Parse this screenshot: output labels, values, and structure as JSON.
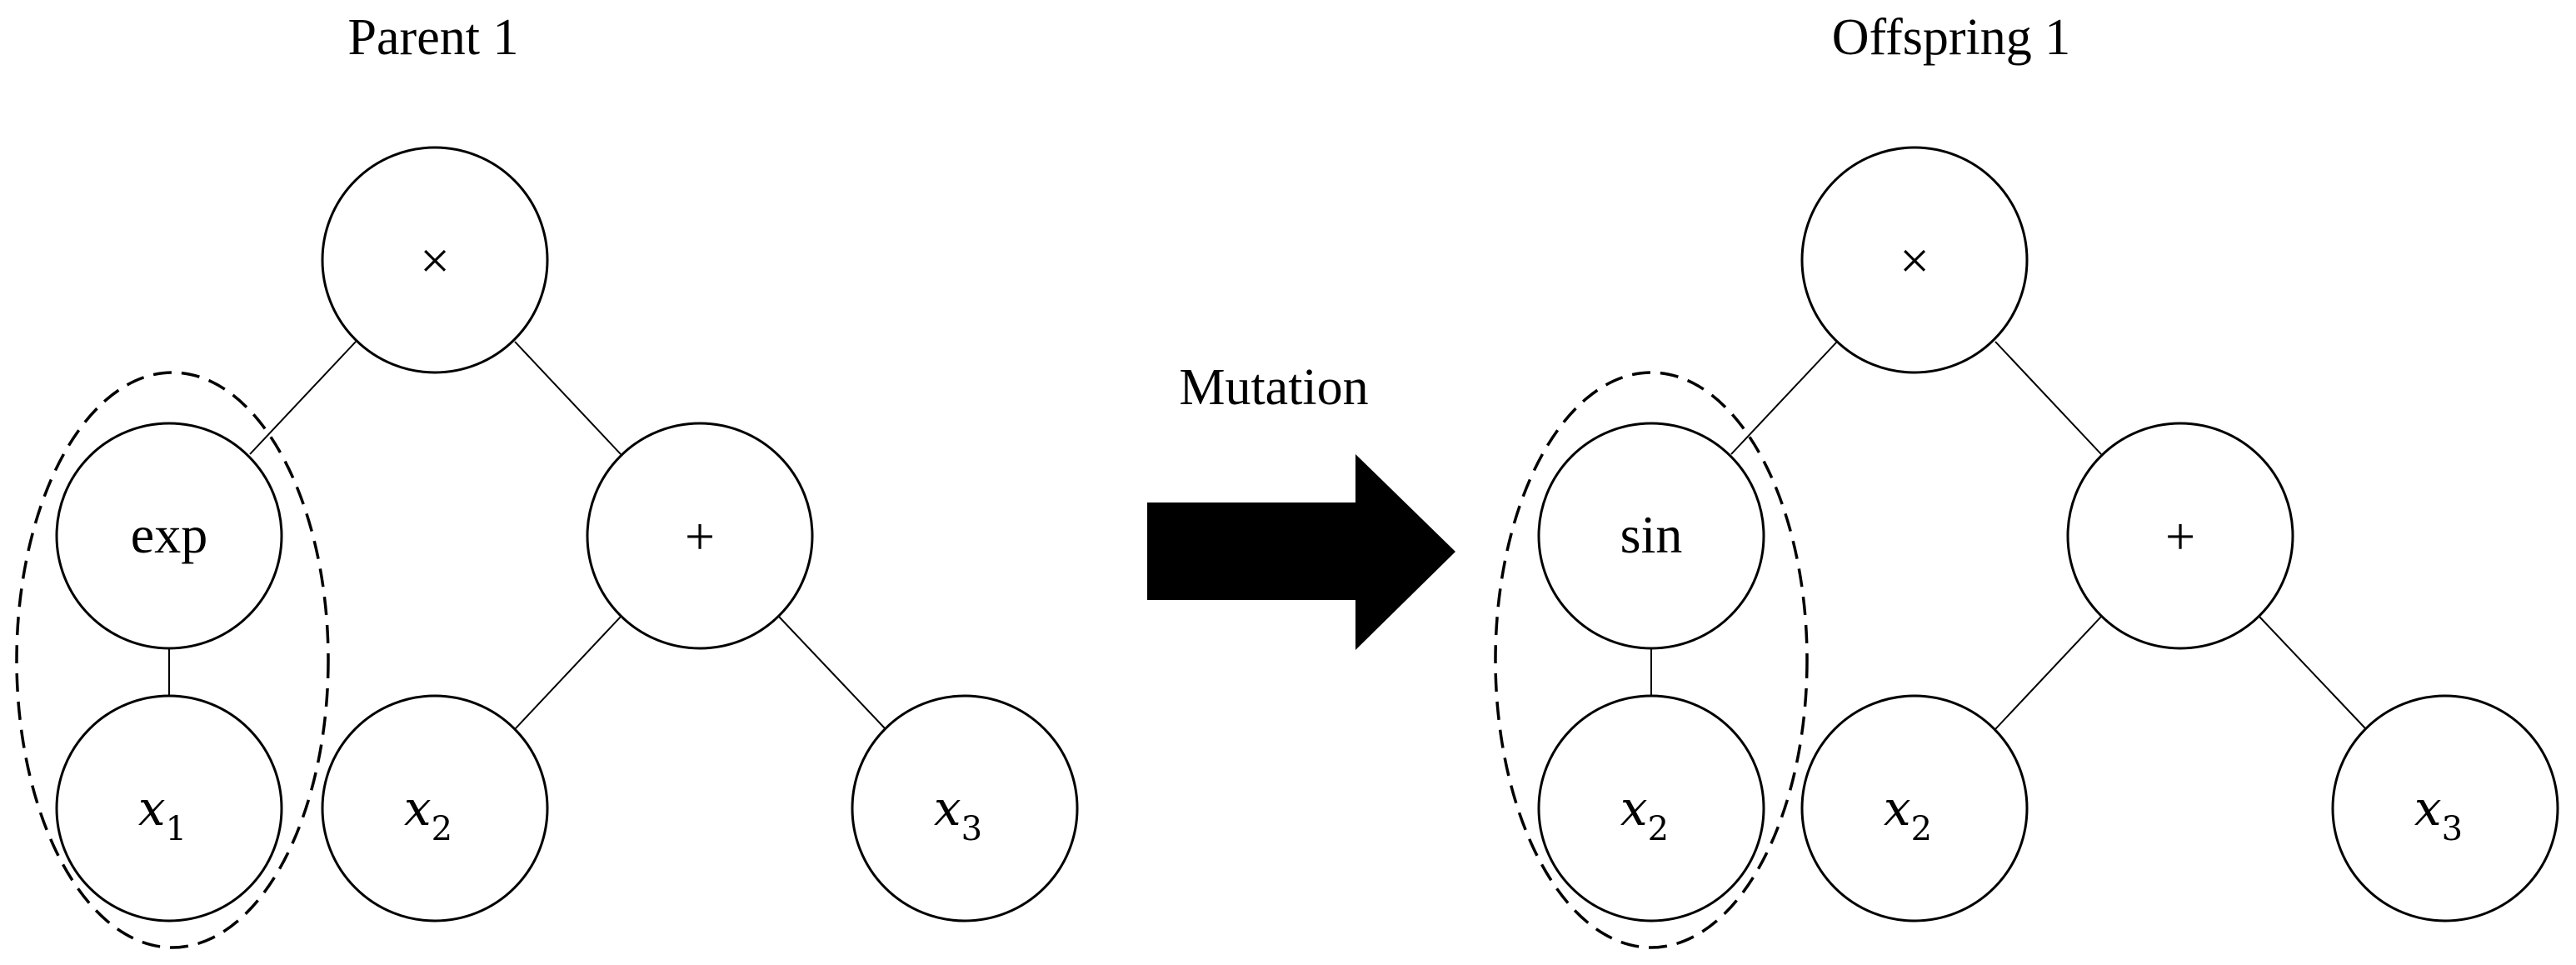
{
  "left_tree": {
    "title": "Parent 1",
    "nodes": {
      "root": "×",
      "left": "exp",
      "right": "+",
      "left_child_var": "x",
      "left_child_sub": "1",
      "right_left_var": "x",
      "right_left_sub": "2",
      "right_right_var": "x",
      "right_right_sub": "3"
    }
  },
  "operation": {
    "label": "Mutation"
  },
  "right_tree": {
    "title": "Offspring 1",
    "nodes": {
      "root": "×",
      "left": "sin",
      "right": "+",
      "left_child_var": "x",
      "left_child_sub": "2",
      "right_left_var": "x",
      "right_left_sub": "2",
      "right_right_var": "x",
      "right_right_sub": "3"
    }
  }
}
